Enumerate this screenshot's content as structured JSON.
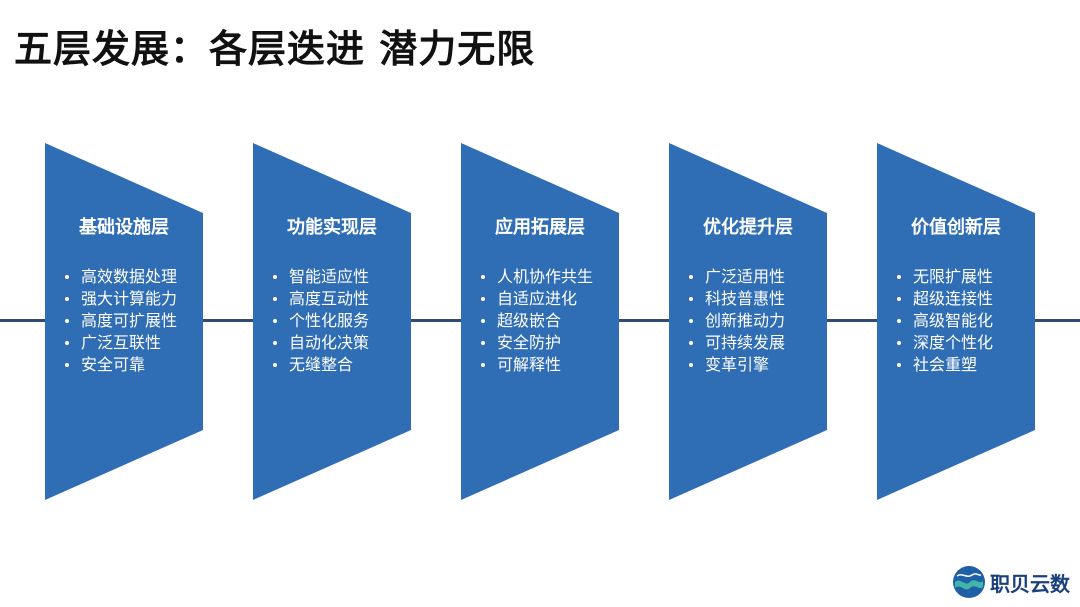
{
  "title": "五层发展：各层迭进 潜力无限",
  "colors": {
    "layer_fill": "#2f6db5",
    "line": "#2f4a73",
    "logo_text": "#1a3f7a"
  },
  "layers": [
    {
      "name": "基础设施层",
      "items": [
        "高效数据处理",
        "强大计算能力",
        "高度可扩展性",
        "广泛互联性",
        "安全可靠"
      ]
    },
    {
      "name": "功能实现层",
      "items": [
        "智能适应性",
        "高度互动性",
        "个性化服务",
        "自动化决策",
        "无缝整合"
      ]
    },
    {
      "name": "应用拓展层",
      "items": [
        "人机协作共生",
        "自适应进化",
        "超级嵌合",
        "安全防护",
        "可解释性"
      ]
    },
    {
      "name": "优化提升层",
      "items": [
        "广泛适用性",
        "科技普惠性",
        "创新推动力",
        "可持续发展",
        "变革引擎"
      ]
    },
    {
      "name": "价值创新层",
      "items": [
        "无限扩展性",
        "超级连接性",
        "高级智能化",
        "深度个性化",
        "社会重塑"
      ]
    }
  ],
  "logo": {
    "text": "职贝云数",
    "icon": "globe-wave-icon"
  }
}
